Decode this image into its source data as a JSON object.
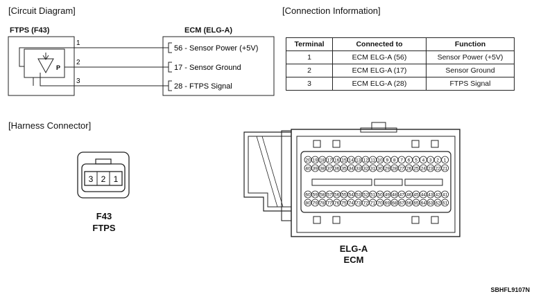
{
  "sections": {
    "circuit": "[Circuit Diagram]",
    "connection": "[Connection Information]",
    "harness": "[Harness Connector]"
  },
  "circuit": {
    "sensor_label": "FTPS (F43)",
    "ecm_label": "ECM (ELG-A)",
    "sensor_symbol": "P",
    "pins": [
      "1",
      "2",
      "3"
    ],
    "ecm_pins": [
      "56 - Sensor Power (+5V)",
      "17 - Sensor Ground",
      "28 - FTPS Signal"
    ]
  },
  "table": {
    "headers": [
      "Terminal",
      "Connected to",
      "Function"
    ],
    "rows": [
      [
        "1",
        "ECM ELG-A (56)",
        "Sensor Power (+5V)"
      ],
      [
        "2",
        "ECM ELG-A (17)",
        "Sensor Ground"
      ],
      [
        "3",
        "ECM ELG-A (28)",
        "FTPS Signal"
      ]
    ]
  },
  "harness": {
    "f43_pins": [
      "3",
      "2",
      "1"
    ],
    "f43_name": "F43",
    "f43_desc": "FTPS",
    "ecm_name": "ELG-A",
    "ecm_desc": "ECM",
    "ecm_rows": [
      [
        "20",
        "19",
        "18",
        "17",
        "16",
        "15",
        "14",
        "13",
        "12",
        "11",
        "10",
        "9",
        "8",
        "7",
        "6",
        "5",
        "4",
        "3",
        "2",
        "1"
      ],
      [
        "40",
        "39",
        "38",
        "37",
        "36",
        "35",
        "34",
        "33",
        "32",
        "31",
        "30",
        "29",
        "28",
        "27",
        "26",
        "25",
        "24",
        "23",
        "22",
        "21"
      ],
      [
        "60",
        "59",
        "58",
        "57",
        "56",
        "55",
        "54",
        "53",
        "52",
        "51",
        "50",
        "49",
        "48",
        "47",
        "46",
        "45",
        "44",
        "43",
        "42",
        "41"
      ],
      [
        "80",
        "79",
        "78",
        "77",
        "76",
        "75",
        "74",
        "73",
        "72",
        "71",
        "70",
        "69",
        "68",
        "67",
        "66",
        "65",
        "64",
        "63",
        "62",
        "61"
      ]
    ]
  },
  "figure_code": "SBHFL9107N"
}
